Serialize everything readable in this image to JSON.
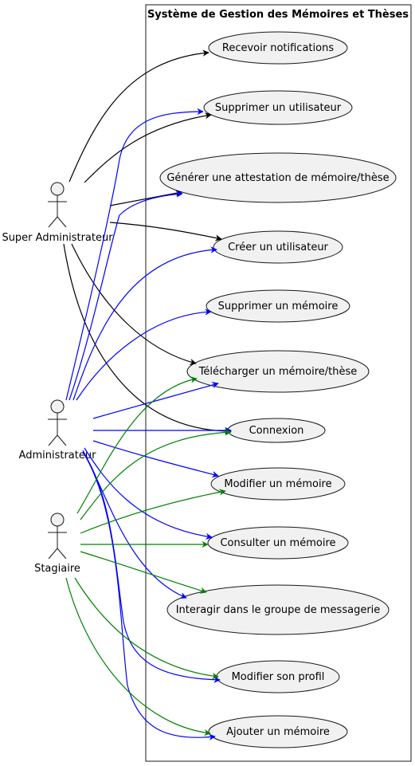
{
  "system": {
    "title": "Système de Gestion des Mémoires et Thèses"
  },
  "actors": {
    "super_admin": "Super Administrateur",
    "admin": "Administrateur",
    "stagiaire": "Stagiaire"
  },
  "use_cases": {
    "recevoir_notifications": "Recevoir notifications",
    "supprimer_utilisateur": "Supprimer un utilisateur",
    "generer_attestation": "Générer une attestation de mémoire/thèse",
    "creer_utilisateur": "Créer un utilisateur",
    "supprimer_memoire": "Supprimer un mémoire",
    "telecharger_memoire": "Télécharger un mémoire/thèse",
    "connexion": "Connexion",
    "modifier_memoire": "Modifier un mémoire",
    "consulter_memoire": "Consulter un mémoire",
    "interagir_groupe": "Interagir dans le groupe de messagerie",
    "modifier_profil": "Modifier son profil",
    "ajouter_memoire": "Ajouter un mémoire"
  },
  "colors": {
    "super_admin_links": "#000000",
    "admin_links": "#0000ff",
    "stagiaire_links": "#008000",
    "usecase_fill": "#f1f1f1",
    "border": "#181818"
  },
  "associations": {
    "super_admin": [
      "recevoir_notifications",
      "supprimer_utilisateur",
      "generer_attestation",
      "creer_utilisateur",
      "telecharger_memoire",
      "connexion"
    ],
    "admin": [
      "supprimer_utilisateur",
      "generer_attestation",
      "creer_utilisateur",
      "supprimer_memoire",
      "telecharger_memoire",
      "connexion",
      "modifier_memoire",
      "consulter_memoire",
      "interagir_groupe",
      "modifier_profil",
      "ajouter_memoire"
    ],
    "stagiaire": [
      "telecharger_memoire",
      "connexion",
      "modifier_memoire",
      "consulter_memoire",
      "interagir_groupe",
      "modifier_profil",
      "ajouter_memoire"
    ]
  }
}
